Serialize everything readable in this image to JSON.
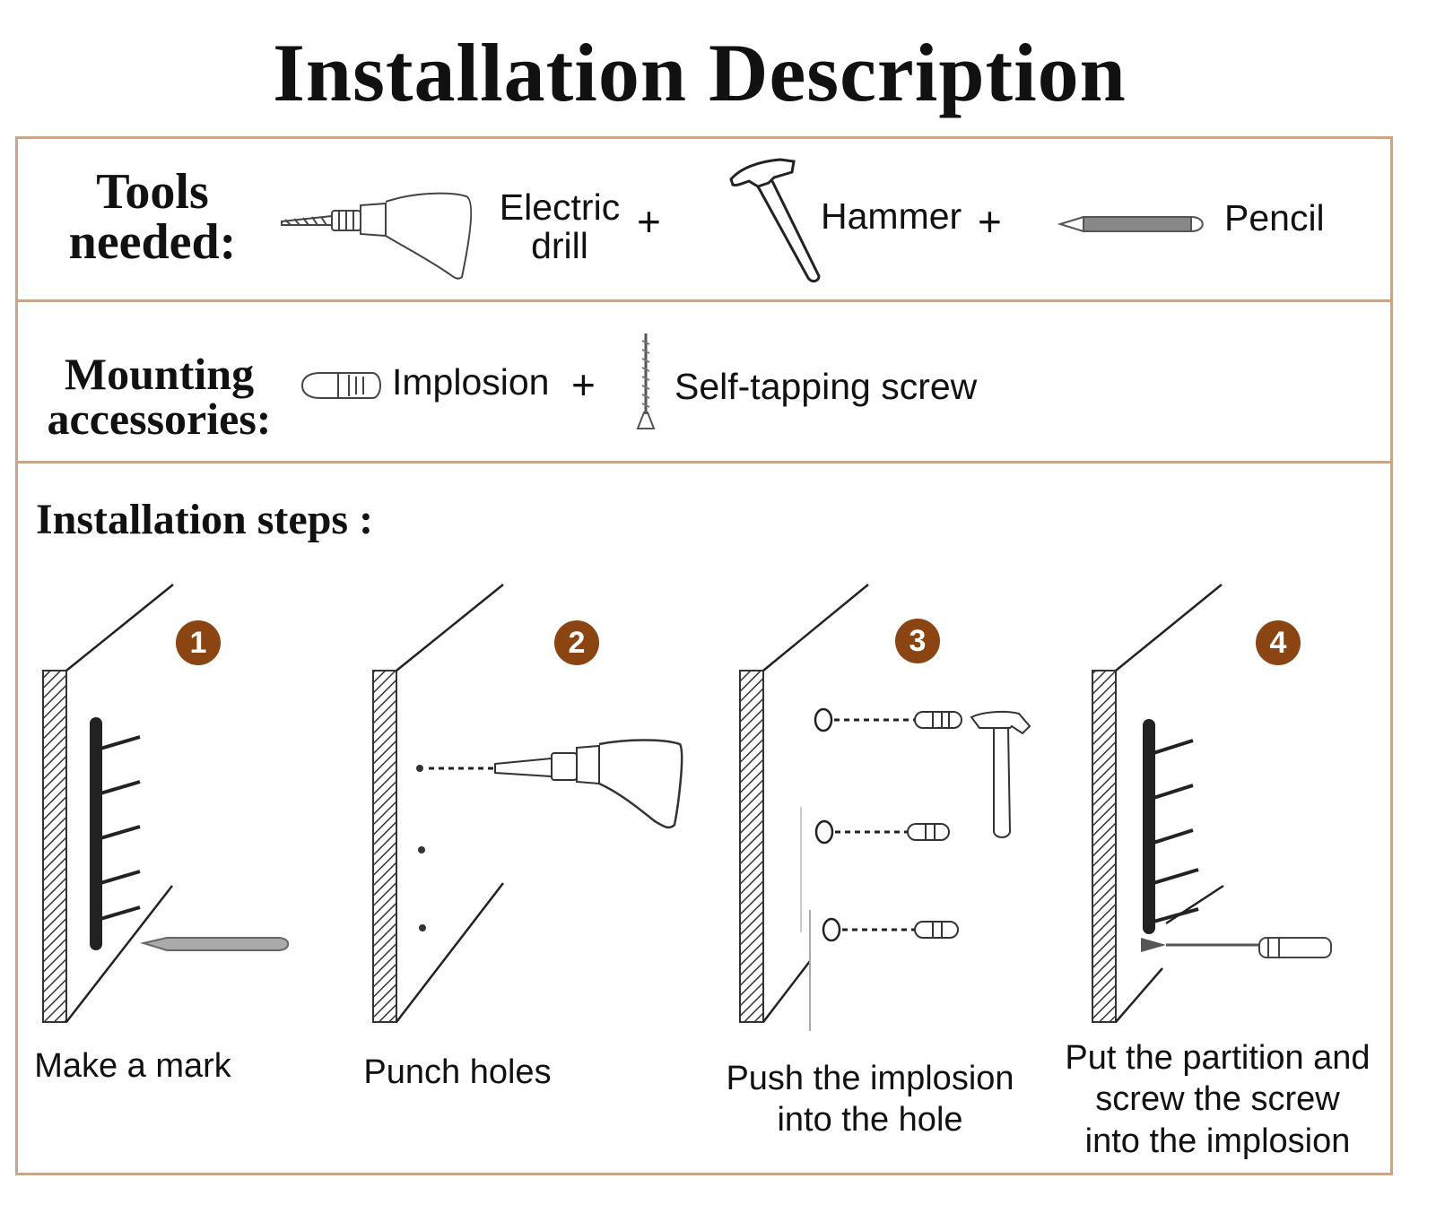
{
  "title": "Installation Description",
  "tools": {
    "label_line1": "Tools",
    "label_line2": "needed:",
    "items": [
      {
        "name_line1": "Electric",
        "name_line2": "drill",
        "icon": "electric-drill-icon"
      },
      {
        "name": "Hammer",
        "icon": "hammer-icon"
      },
      {
        "name": "Pencil",
        "icon": "pencil-icon"
      }
    ],
    "plus": "+"
  },
  "mounting": {
    "label_line1": "Mounting",
    "label_line2": "accessories:",
    "items": [
      {
        "name": "Implosion",
        "icon": "wall-anchor-icon"
      },
      {
        "name": "Self-tapping screw",
        "icon": "screw-icon"
      }
    ],
    "plus": "+"
  },
  "steps": {
    "heading": "Installation steps :",
    "items": [
      {
        "number": "1",
        "caption_lines": [
          "Make a mark"
        ]
      },
      {
        "number": "2",
        "caption_lines": [
          "Punch holes"
        ]
      },
      {
        "number": "3",
        "caption_lines": [
          "Push the implosion",
          "into the hole"
        ]
      },
      {
        "number": "4",
        "caption_lines": [
          "Put the partition and",
          "screw the screw",
          "into the implosion"
        ]
      }
    ]
  },
  "colors": {
    "border": "#c9a58a",
    "step_badge": "#8b4513"
  }
}
